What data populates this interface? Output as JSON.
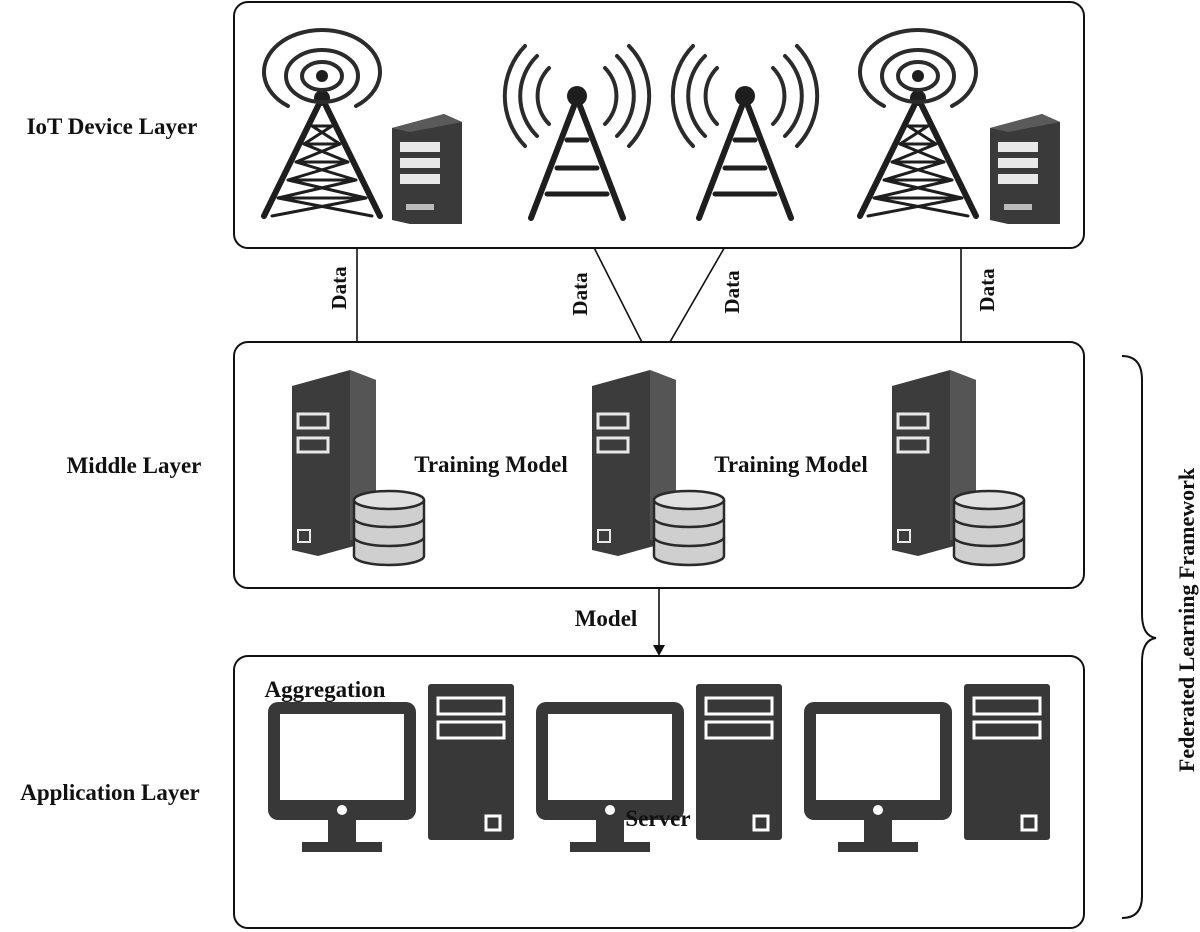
{
  "layers": {
    "iot": "IoT Device Layer",
    "middle": "Middle Layer",
    "application": "Application Layer"
  },
  "edges": {
    "data_1": "Data",
    "data_2": "Data",
    "data_3": "Data",
    "data_4": "Data",
    "model": "Model"
  },
  "middle_nodes": {
    "training_1": "Training Model",
    "training_2": "Training Model"
  },
  "application_nodes": {
    "aggregation": "Aggregation",
    "server": "Server"
  },
  "framework": "Federated Learning Framework",
  "colors": {
    "stroke": "#111111",
    "device_fill": "#3a3a3a",
    "background": "#ffffff"
  }
}
